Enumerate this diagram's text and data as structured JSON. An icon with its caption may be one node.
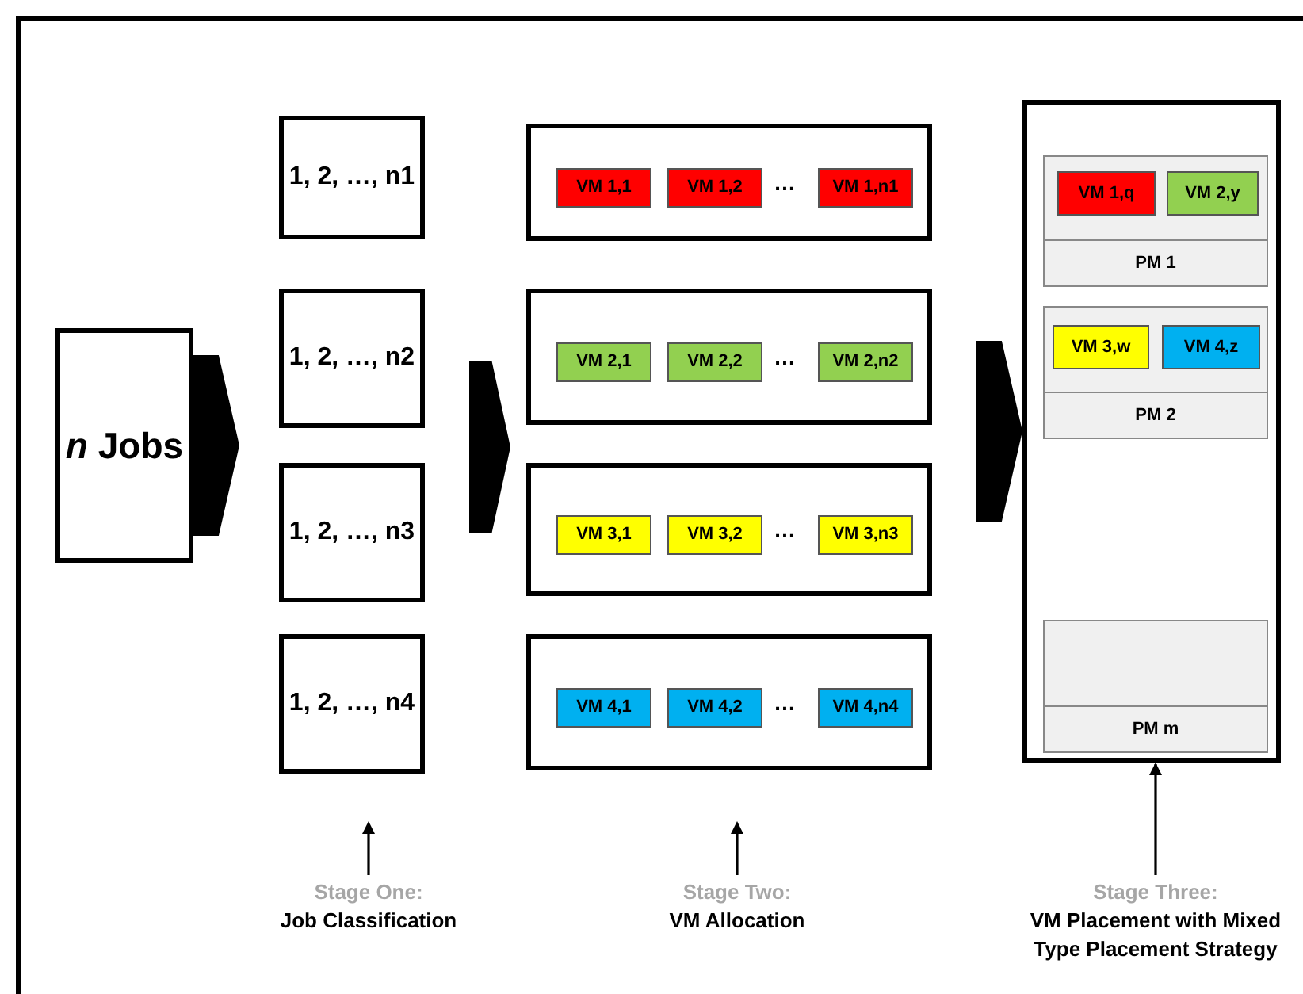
{
  "diagram": {
    "nodes": [
      {
        "text": [
          "*n* Jobs"
        ]
      },
      {
        "text": [
          "1, 2, …, n1"
        ]
      },
      {
        "text": [
          "1, 2, …, n2"
        ]
      },
      {
        "text": [
          "1, 2, …, n3"
        ]
      },
      {
        "text": [
          "1, 2, …, n4"
        ]
      },
      {
        "text": [],
        "shape": "box"
      },
      {
        "text": [
          "VM 1,1"
        ],
        "in": 5
      },
      {
        "text": [
          "VM 1,2"
        ],
        "in": 5
      },
      {
        "text": [
          "VM 1,n1"
        ],
        "in": 5
      },
      {
        "text": [],
        "shape": "box"
      },
      {
        "text": [
          "VM 2,1"
        ],
        "in": 9
      },
      {
        "text": [
          "VM 2,2"
        ],
        "in": 9
      },
      {
        "text": [
          "VM 2,n2"
        ],
        "in": 9
      },
      {
        "text": [],
        "shape": "box"
      },
      {
        "text": [
          "VM 3,1"
        ],
        "in": 13
      },
      {
        "text": [
          "VM 3,2"
        ],
        "in": 13
      },
      {
        "text": [
          "VM 3,n3"
        ],
        "in": 13
      },
      {
        "text": [],
        "shape": "box"
      },
      {
        "text": [
          "VM 4,1"
        ],
        "in": 17
      },
      {
        "text": [
          "VM 4,2"
        ],
        "in": 17
      },
      {
        "text": [
          "VM 4,n4"
        ],
        "in": 17
      },
      {
        "text": [],
        "shape": "box"
      },
      {
        "text": [
          "PM 1"
        ],
        "in": 21
      },
      {
        "text": [
          "VM 1,q"
        ],
        "in": 22
      },
      {
        "text": [
          "VM 2,y"
        ],
        "in": 22
      },
      {
        "text": [
          "PM 2"
        ],
        "in": 21
      },
      {
        "text": [
          "VM 3,w"
        ],
        "in": 25
      },
      {
        "text": [
          "VM 4,z"
        ],
        "in": 25
      },
      {
        "text": [
          "PM m"
        ],
        "in": 21
      },
      {
        "text": [
          "Stage One:",
          "Job Classification"
        ]
      },
      {
        "text": [
          "Stage Two:",
          "VM Allocation"
        ]
      },
      {
        "text": [
          "Stage Three:",
          "VM Placement with Mixed Type Placement Strategy"
        ]
      },
      {
        "text": [],
        "shape": "chevron"
      }
    ],
    "edges": [
      {
        "from": 0,
        "to": null,
        "arrow": "to",
        "style": "thick"
      },
      {
        "from": null,
        "to": 21,
        "arrow": "to",
        "style": "thick"
      },
      {
        "from": 29,
        "to": null,
        "arrow": "to"
      },
      {
        "from": 30,
        "to": null,
        "arrow": "to"
      },
      {
        "from": 31,
        "to": 21,
        "arrow": "to"
      }
    ],
    "labels": [
      "…",
      "…",
      "…",
      "…"
    ]
  }
}
